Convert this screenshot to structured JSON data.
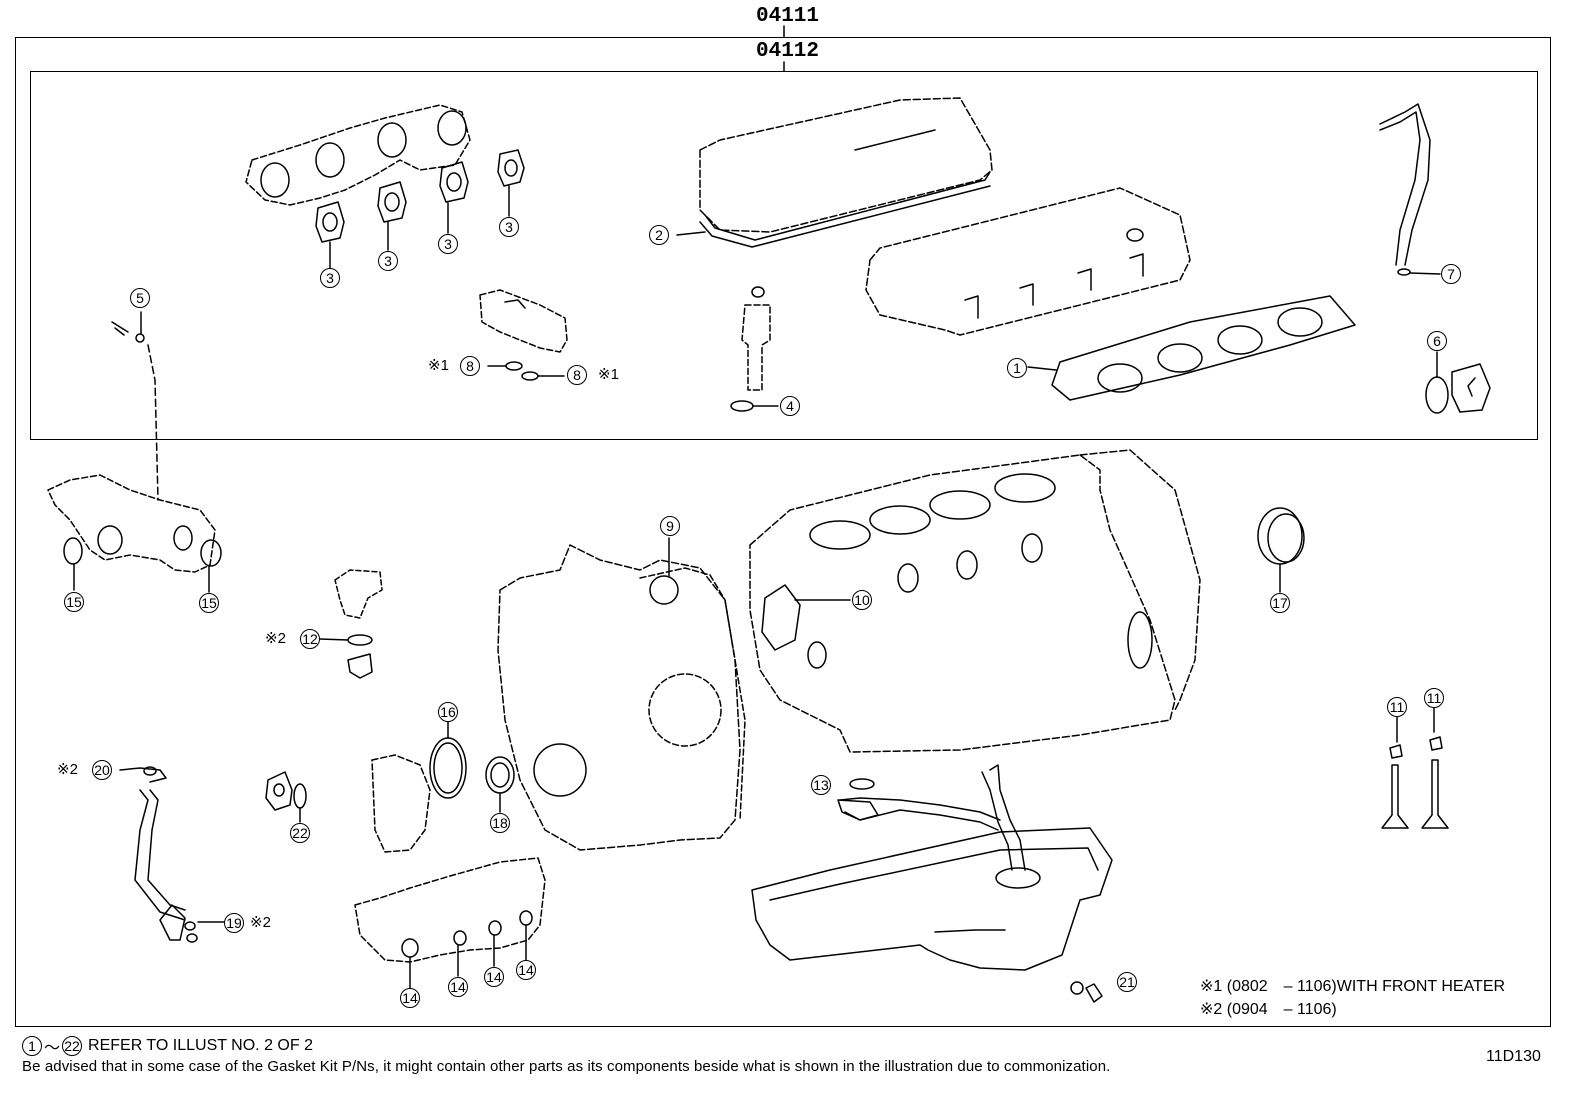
{
  "header": {
    "kit_code_outer": "04111",
    "kit_code_inner": "04112"
  },
  "callouts": {
    "c1": "1",
    "c2": "2",
    "c3": "3",
    "c4": "4",
    "c5": "5",
    "c6": "6",
    "c7": "7",
    "c8": "8",
    "c9": "9",
    "c10": "10",
    "c11": "11",
    "c12": "12",
    "c13": "13",
    "c14": "14",
    "c15": "15",
    "c16": "16",
    "c17": "17",
    "c18": "18",
    "c19": "19",
    "c20": "20",
    "c21": "21",
    "c22": "22"
  },
  "marks": {
    "m1": "※1",
    "m2": "※2"
  },
  "notes": {
    "note1": "※1 (0802　– 1106)WITH FRONT HEATER",
    "note2": "※2 (0904　– 1106)"
  },
  "footer": {
    "range_start": "1",
    "range_sep": "～",
    "range_end": "22",
    "refer": "REFER TO ILLUST NO. 2 OF 2",
    "disclaimer": "Be advised that in some case of the Gasket Kit P/Ns,  it might contain other parts as its components beside what is shown in the illustration due to commonization.",
    "illust_id": "11D130"
  },
  "colors": {
    "line": "#000000",
    "background": "#ffffff"
  }
}
